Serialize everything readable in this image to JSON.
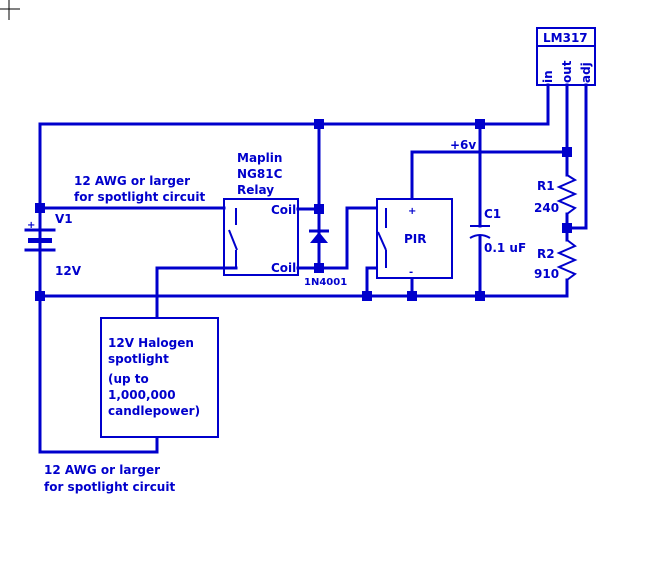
{
  "regulator": {
    "name": "LM317",
    "pin_in": "in",
    "pin_out": "out",
    "pin_adj": "adj"
  },
  "relay": {
    "line1": "Maplin",
    "line2": "NG81C",
    "line3": "Relay",
    "coil_top": "Coil",
    "coil_bottom": "Coil"
  },
  "diode": {
    "name": "1N4001"
  },
  "pir": {
    "name": "PIR",
    "plus": "+",
    "minus": "-"
  },
  "supply": {
    "rail_label": "+6v"
  },
  "c1": {
    "name": "C1",
    "value": "0.1 uF"
  },
  "r1": {
    "name": "R1",
    "value": "240"
  },
  "r2": {
    "name": "R2",
    "value": "910"
  },
  "battery": {
    "name": "V1",
    "voltage": "12V",
    "plus": "+"
  },
  "wire_note_top": {
    "line1": "12 AWG or larger",
    "line2": "for spotlight circuit"
  },
  "wire_note_bottom": {
    "line1": "12 AWG or larger",
    "line2": "for spotlight circuit"
  },
  "spotlight": {
    "line1": "12V Halogen",
    "line2": "spotlight",
    "line3": "(up to",
    "line4": "1,000,000",
    "line5": "candlepower)"
  },
  "colors": {
    "wire": "#0000cc",
    "background": "#ffffff"
  }
}
